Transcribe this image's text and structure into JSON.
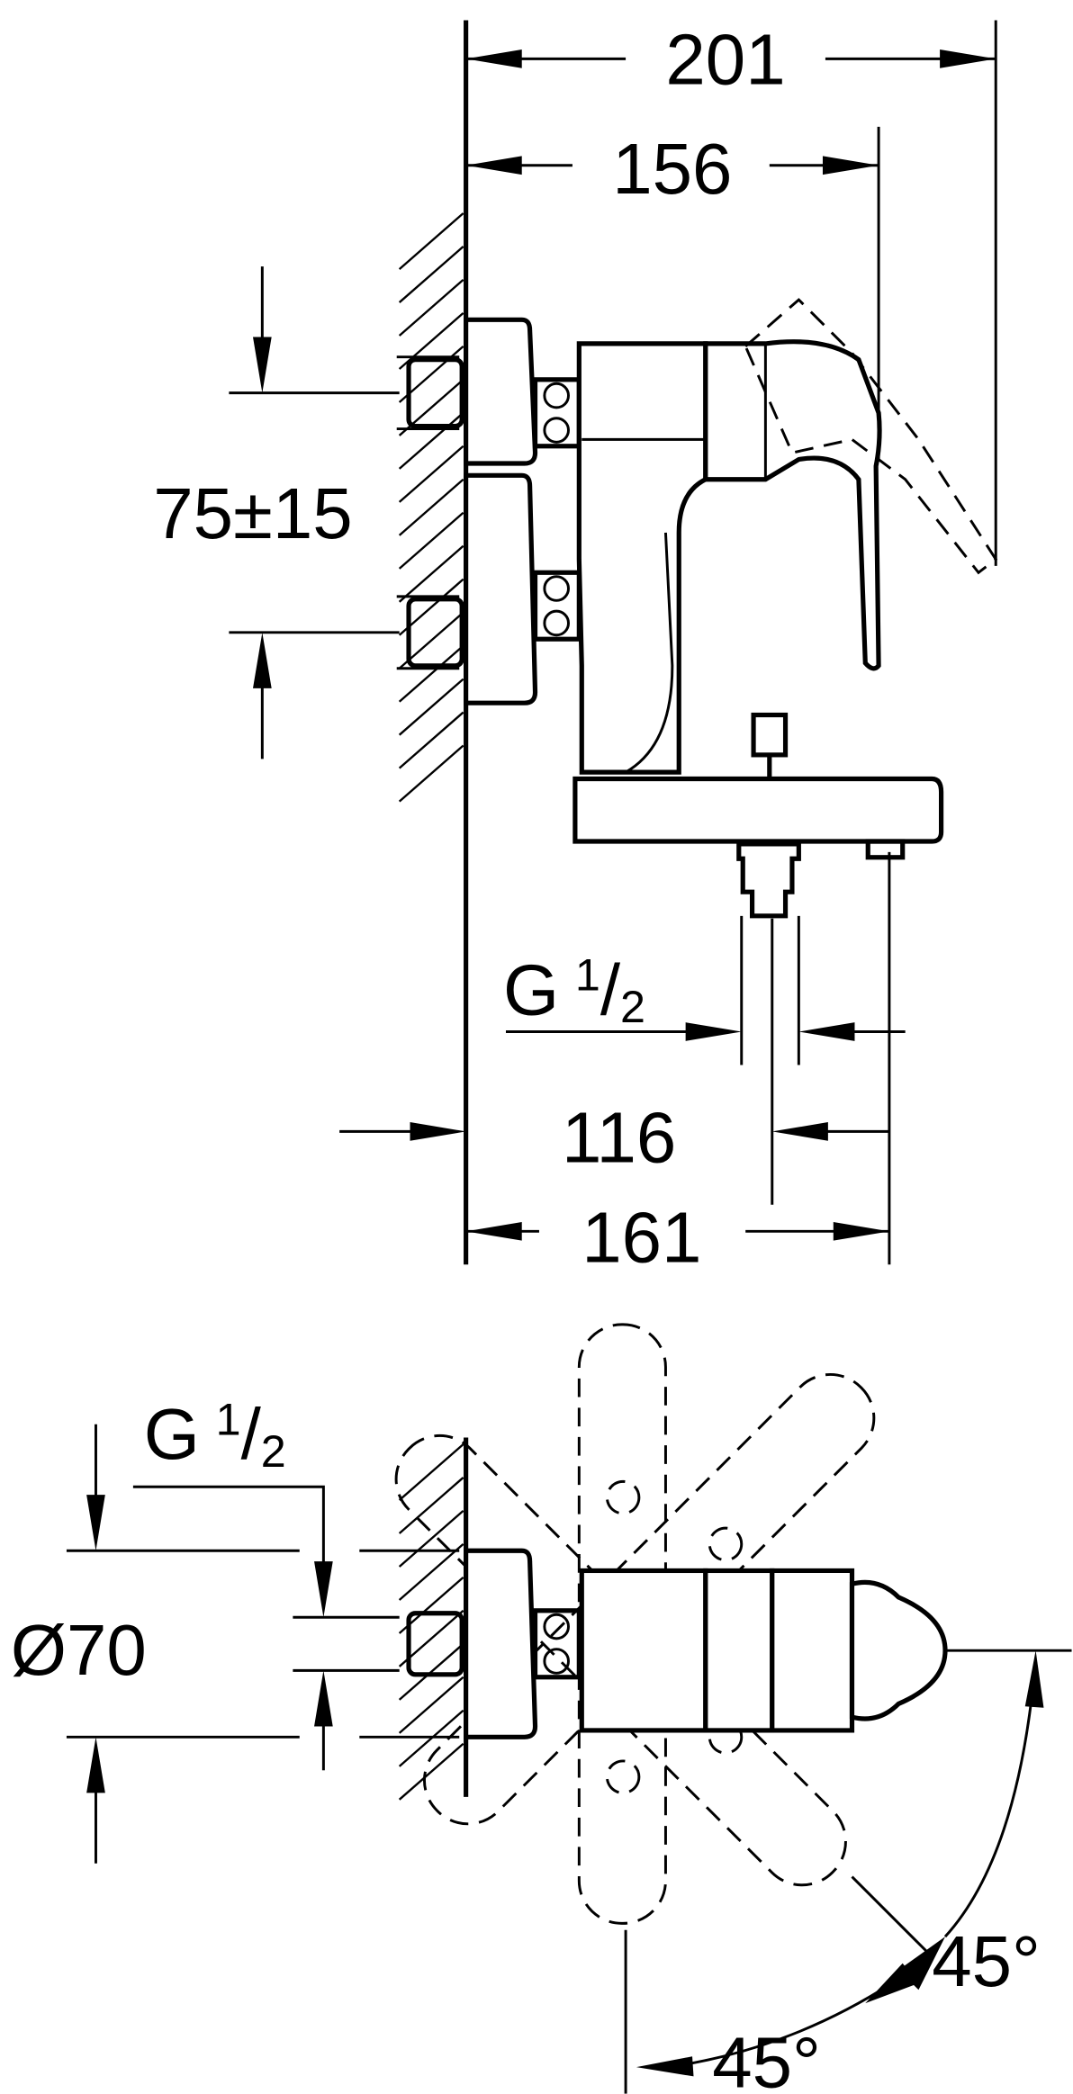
{
  "title": "Bath mixer dimension drawing",
  "side_view": {
    "dim_overall_height": "201",
    "dim_lever_height": "156",
    "dim_inlet_spacing": "75±15",
    "dim_outlet_thread": {
      "main": "G",
      "num": "1",
      "den": "2"
    },
    "dim_outlet_offset": "116",
    "dim_spout_projection": "161"
  },
  "top_view": {
    "dim_inlet_thread": {
      "main": "G",
      "num": "1",
      "den": "2"
    },
    "dim_flange_diameter": "Ø70",
    "angle_right": "45°",
    "angle_bottom": "45°"
  },
  "colors": {
    "line": "#000000",
    "background": "#ffffff"
  }
}
